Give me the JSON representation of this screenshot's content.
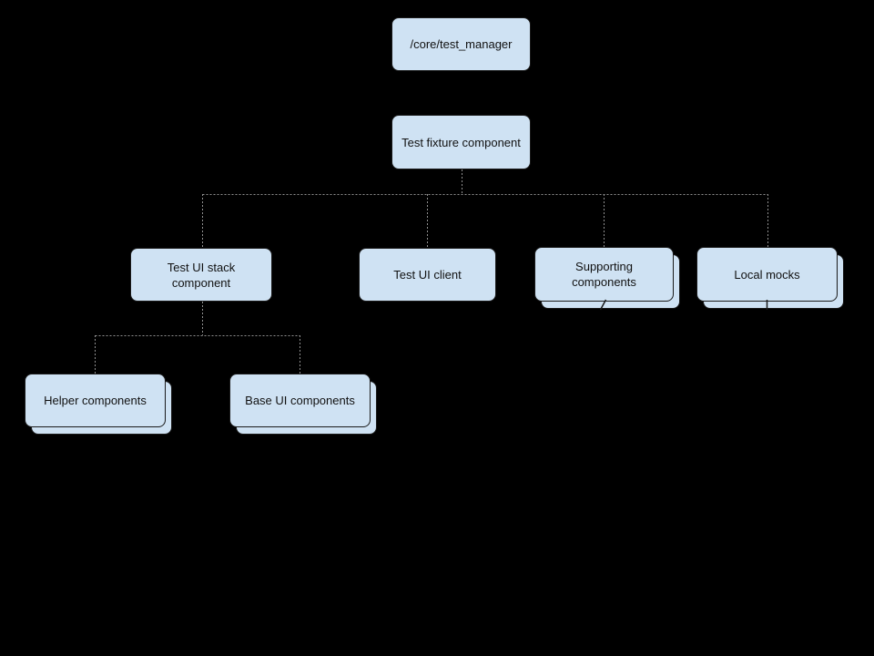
{
  "diagram": {
    "type": "component-tree",
    "background_color": "#000000",
    "node_fill_color": "#cfe2f3",
    "node_border_color": "#1a1a1a",
    "connector_color": "#909090",
    "connector_style": "dotted",
    "nodes": [
      {
        "id": "core-test-manager",
        "label": "/core/test_manager",
        "stacked": false
      },
      {
        "id": "test-fixture-component",
        "label": "Test fixture component",
        "stacked": false
      },
      {
        "id": "test-ui-stack-component",
        "label": "Test UI stack component",
        "stacked": false
      },
      {
        "id": "test-ui-client",
        "label": "Test UI client",
        "stacked": false
      },
      {
        "id": "supporting-components",
        "label": "Supporting components",
        "stacked": true
      },
      {
        "id": "local-mocks",
        "label": "Local mocks",
        "stacked": true
      },
      {
        "id": "helper-components",
        "label": "Helper components",
        "stacked": true
      },
      {
        "id": "base-ui-components",
        "label": "Base UI components",
        "stacked": true
      }
    ],
    "edges": [
      {
        "from": "test-fixture-component",
        "to": "test-ui-stack-component"
      },
      {
        "from": "test-fixture-component",
        "to": "test-ui-client"
      },
      {
        "from": "test-fixture-component",
        "to": "supporting-components"
      },
      {
        "from": "test-fixture-component",
        "to": "local-mocks"
      },
      {
        "from": "test-ui-stack-component",
        "to": "helper-components"
      },
      {
        "from": "test-ui-stack-component",
        "to": "base-ui-components"
      }
    ]
  }
}
